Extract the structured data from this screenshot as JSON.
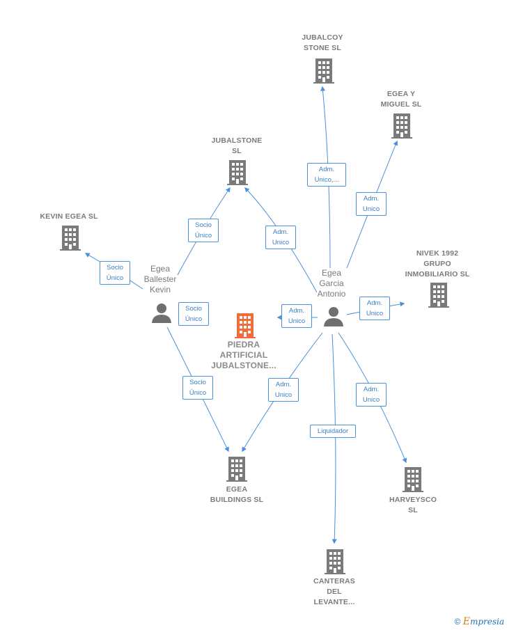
{
  "colors": {
    "edge": "#4a90d9",
    "building": "#7a7a7a",
    "main_building": "#f26b3a",
    "person": "#6f6f6f"
  },
  "companies": {
    "jubalcoy": {
      "label": "JUBALCOY\nSTONE  SL",
      "icon": "building-icon"
    },
    "egea_miguel": {
      "label": "EGEA Y\nMIGUEL SL",
      "icon": "building-icon"
    },
    "jubalstone": {
      "label": "JUBALSTONE\nSL",
      "icon": "building-icon"
    },
    "kevin_egea": {
      "label": "KEVIN EGEA SL",
      "icon": "building-icon"
    },
    "nivek": {
      "label": "NIVEK 1992\nGRUPO\nINMOBILIARIO SL",
      "icon": "building-icon"
    },
    "piedra": {
      "label": "PIEDRA\nARTIFICIAL\nJUBALSTONE...",
      "icon": "building-icon"
    },
    "egea_buildings": {
      "label": "EGEA\nBUILDINGS  SL",
      "icon": "building-icon"
    },
    "harveysco": {
      "label": "HARVEYSCO\nSL",
      "icon": "building-icon"
    },
    "canteras": {
      "label": "CANTERAS\nDEL\nLEVANTE...",
      "icon": "building-icon"
    }
  },
  "persons": {
    "kevin": {
      "label": "Egea\nBallester\nKevin",
      "icon": "person-icon"
    },
    "antonio": {
      "label": "Egea\nGarcia\nAntonio",
      "icon": "person-icon"
    }
  },
  "roles": {
    "kevin_jubalstone": "Socio\nÚnico",
    "kevin_kevinegea": "Socio\nÚnico",
    "kevin_piedra": "Socio\nÚnico",
    "kevin_buildings": "Socio\nÚnico",
    "antonio_jubalcoy": "Adm.\nUnico,...",
    "antonio_egeamiguel": "Adm.\nUnico",
    "antonio_jubalstone": "Adm.\nUnico",
    "antonio_nivek": "Adm.\nUnico",
    "antonio_piedra": "Adm.\nUnico",
    "antonio_buildings": "Adm.\nUnico",
    "antonio_harveysco": "Adm.\nUnico",
    "antonio_canteras": "Liquidador"
  },
  "brand": {
    "symbol": "©",
    "first_letter": "E",
    "rest": "mpresia"
  }
}
